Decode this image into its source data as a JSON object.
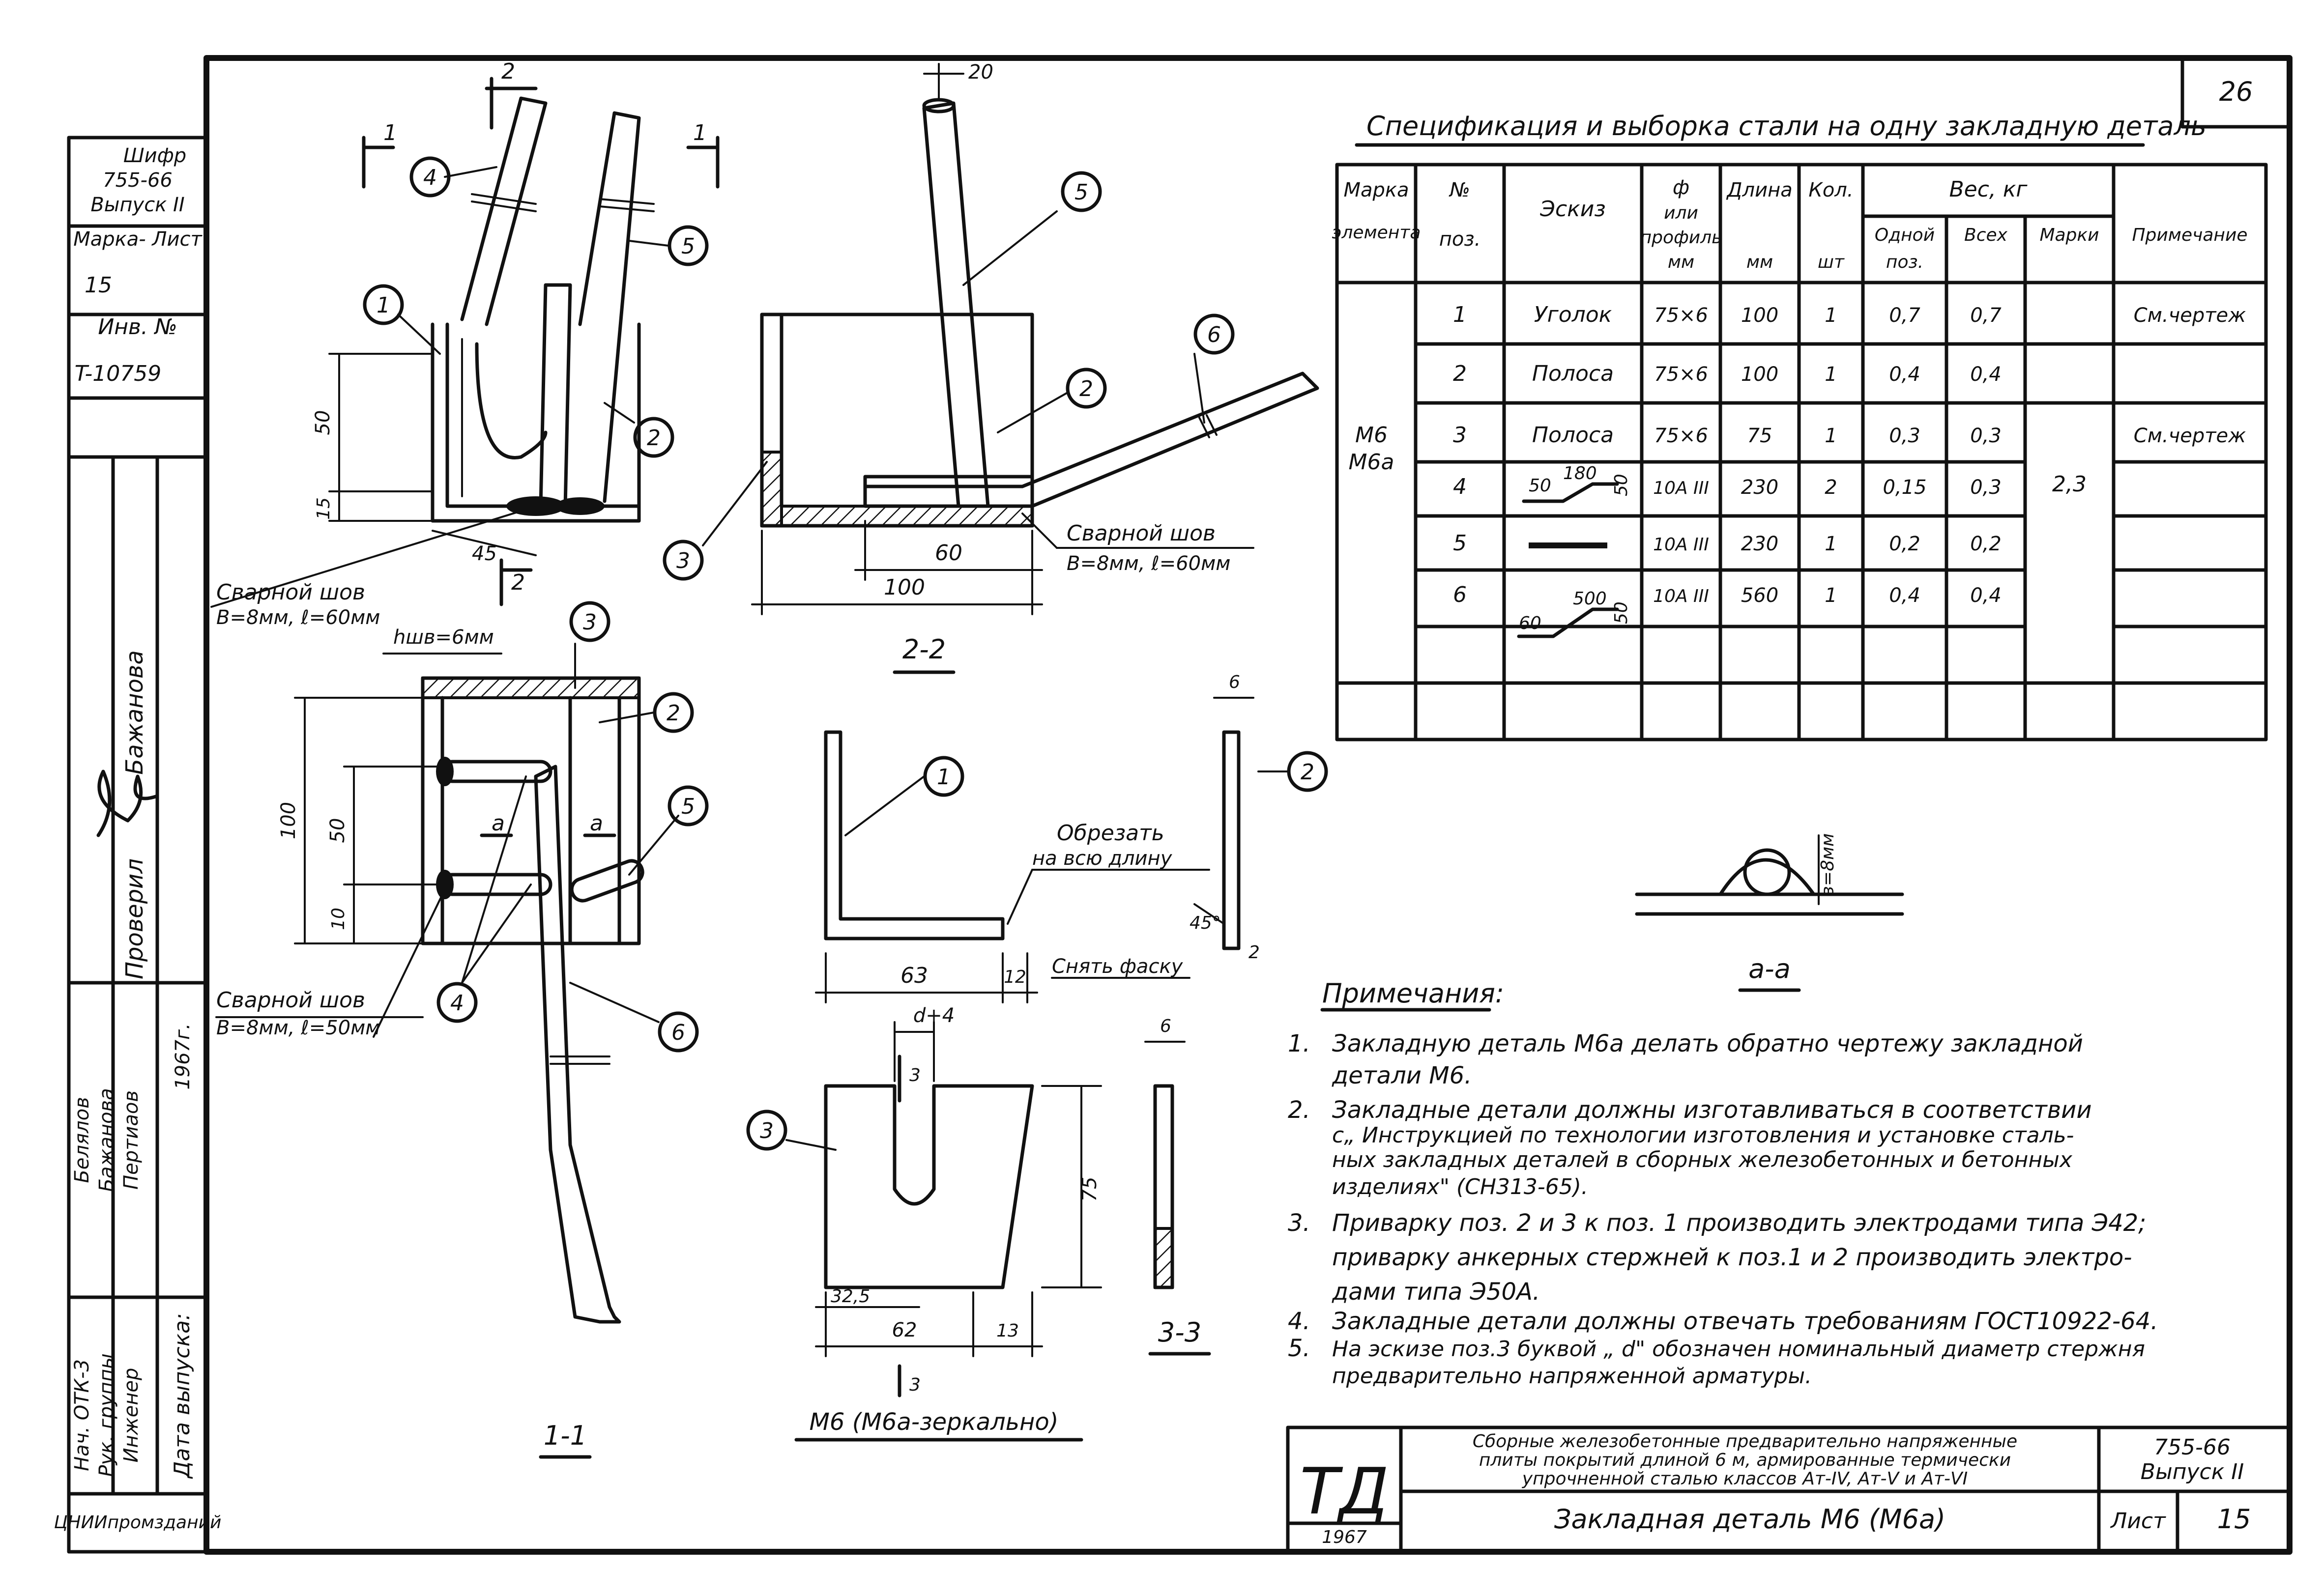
{
  "sheet_number": "26",
  "stamp": {
    "cipher_label": "Шифр",
    "cipher_value": "755-66",
    "issue": "Выпуск II",
    "mark_sheet_label": "Марка- Лист",
    "mark_sheet_value": "15",
    "inv_label": "Инв. № ",
    "inv_value": "T-10759",
    "signature_name": "Бажанова",
    "check_label": "Проверил",
    "names": [
      "Белялов",
      "Бажанова",
      "Пертиаов"
    ],
    "year": "1967г.",
    "roles": [
      "Нач. ОТК-3",
      "Рук. группы",
      "Инженер"
    ],
    "issue_date_label": "Дата выпуска:",
    "org": "ЦНИИпромзданий"
  },
  "spec": {
    "title": "Спецификация и выборка стали на одну закладную деталь",
    "headers": {
      "mark": [
        "Марка",
        "элемента"
      ],
      "pos": [
        "№",
        "поз."
      ],
      "sketch": "Эскиз",
      "profile": [
        "ф",
        "или",
        "профиль",
        "мм"
      ],
      "length": [
        "Длина",
        "мм"
      ],
      "qty": [
        "Кол.",
        "шт"
      ],
      "weight": "Вес, кг",
      "weight_one": [
        "Одной",
        "поз."
      ],
      "weight_all": "Всех",
      "weight_mark": "Марки",
      "note": "Примечание"
    },
    "mark_value": [
      "М6",
      "М6а"
    ],
    "total_weight": "2,3",
    "rows": [
      {
        "pos": "1",
        "sketch": "Уголок",
        "profile": "75×6",
        "length": "100",
        "qty": "1",
        "one": "0,7",
        "all": "0,7",
        "note": "См.чертеж"
      },
      {
        "pos": "2",
        "sketch": "Полоса",
        "profile": "75×6",
        "length": "100",
        "qty": "1",
        "one": "0,4",
        "all": "0,4",
        "note": ""
      },
      {
        "pos": "3",
        "sketch": "Полоса",
        "profile": "75×6",
        "length": "75",
        "qty": "1",
        "one": "0,3",
        "all": "0,3",
        "note": "См.чертеж"
      },
      {
        "pos": "4",
        "sketch": "",
        "profile": "10A III",
        "length": "230",
        "qty": "2",
        "one": "0,15",
        "all": "0,3",
        "note": ""
      },
      {
        "pos": "5",
        "sketch": "",
        "profile": "10A III",
        "length": "230",
        "qty": "1",
        "one": "0,2",
        "all": "0,2",
        "note": ""
      },
      {
        "pos": "6",
        "sketch": "",
        "profile": "10A III",
        "length": "560",
        "qty": "1",
        "one": "0,4",
        "all": "0,4",
        "note": ""
      }
    ],
    "sketch4": {
      "a": "50",
      "b": "180",
      "c": "50"
    },
    "sketch6": {
      "a": "60",
      "b": "500",
      "c": "50"
    }
  },
  "views": {
    "section_1_1_label": "1-1",
    "section_2_2_label": "2-2",
    "section_3_3_label": "3-3",
    "section_a_a_label": "а-а",
    "mark_label": "М6 (М6а-зеркально)",
    "weld1": [
      "Сварной шов",
      "В=8мм, ℓ=60мм"
    ],
    "weld2": [
      "Сварной шов",
      "В=8мм, ℓ=60мм"
    ],
    "weld3": [
      "Сварной шов",
      "В=8мм, ℓ=50мм"
    ],
    "hw": "hшв=6мм",
    "cut_note": [
      "Обрезать",
      "на всю длину"
    ],
    "chamfer": "Снять фаску",
    "weld_size": "в=8мм",
    "dims": {
      "d50": "50",
      "d15": "15",
      "d45": "45",
      "d60": "60",
      "d100": "100",
      "d100b": "100",
      "d50b": "50",
      "d10": "10",
      "d20": "20",
      "d63": "63",
      "d12": "12",
      "d6": "6",
      "d2": "2",
      "d45deg": "45°",
      "dd4": "d+4",
      "d3": "3",
      "d75": "75",
      "d325": "32,5",
      "d62": "62",
      "d13": "13",
      "d6b": "6",
      "da": "а"
    },
    "cut_marks": [
      "1",
      "1",
      "2",
      "2",
      "3"
    ]
  },
  "notes": {
    "title": "Примечания:",
    "items": [
      {
        "n": "1.",
        "lines": [
          "Закладную деталь М6а делать обратно чертежу закладной",
          "детали М6."
        ]
      },
      {
        "n": "2.",
        "lines": [
          "Закладные детали должны изготавливаться в соответствии",
          "с„ Инструкцией по технологии изготовления и установке сталь-",
          "ных закладных деталей в сборных железобетонных и бетонных",
          "изделиях\" (СН313-65)."
        ]
      },
      {
        "n": "3.",
        "lines": [
          "Приварку поз. 2 и 3 к поз. 1 производить электродами типа Э42;",
          "приварку анкерных стержней к поз.1 и 2 производить электро-",
          "дами типа Э50А."
        ]
      },
      {
        "n": "4.",
        "lines": [
          "Закладные детали должны отвечать требованиям ГОСТ10922-64."
        ]
      },
      {
        "n": "5.",
        "lines": [
          "На эскизе поз.3 буквой „ d\" обозначен номинальный диаметр стержня",
          "предварительно напряженной арматуры."
        ]
      }
    ]
  },
  "title_block": {
    "logo": "ТД",
    "year": "1967",
    "description": [
      "Сборные железобетонные предварительно напряженные",
      "плиты покрытий длиной 6 м, армированные термически",
      "упрочненной сталью классов Ат-IV, Ат-V и Ат-VI"
    ],
    "code": "755-66",
    "issue": "Выпуск II",
    "name": "Закладная деталь М6 (М6а)",
    "sheet_label": "Лист",
    "sheet_value": "15"
  }
}
